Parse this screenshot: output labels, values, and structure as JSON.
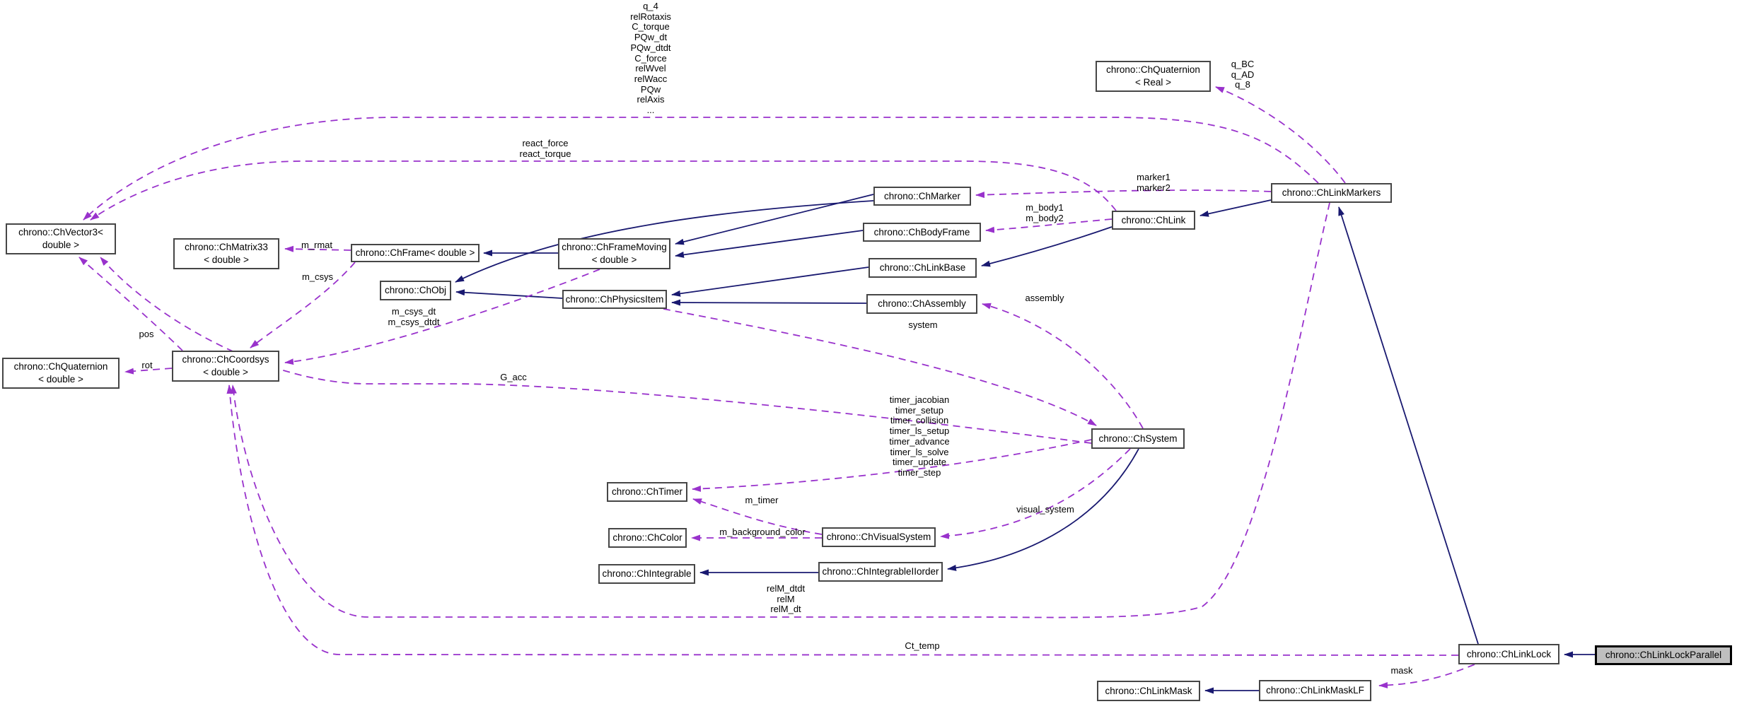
{
  "diagram": {
    "title": "chrono::ChLinkLockParallel collaboration diagram",
    "type": "doxygen-collaboration-graph",
    "colors": {
      "inheritance_edge": "#191970",
      "member_edge": "#9932cc",
      "node_border": "#464646",
      "highlight_fill": "#bfbfbf",
      "background": "#ffffff"
    },
    "nodes": {
      "vec3": {
        "label": "chrono::ChVector3<\ndouble >"
      },
      "matrix33": {
        "label": "chrono::ChMatrix33\n< double >"
      },
      "quat_double": {
        "label": "chrono::ChQuaternion\n< double >"
      },
      "coordsys": {
        "label": "chrono::ChCoordsys\n< double >"
      },
      "frame": {
        "label": "chrono::ChFrame< double >"
      },
      "obj": {
        "label": "chrono::ChObj"
      },
      "frame_moving": {
        "label": "chrono::ChFrameMoving\n< double >"
      },
      "physics_item": {
        "label": "chrono::ChPhysicsItem"
      },
      "marker": {
        "label": "chrono::ChMarker"
      },
      "body_frame": {
        "label": "chrono::ChBodyFrame"
      },
      "link_base": {
        "label": "chrono::ChLinkBase"
      },
      "assembly": {
        "label": "chrono::ChAssembly"
      },
      "quat_real": {
        "label": "chrono::ChQuaternion\n< Real >"
      },
      "link_markers": {
        "label": "chrono::ChLinkMarkers"
      },
      "link": {
        "label": "chrono::ChLink"
      },
      "system": {
        "label": "chrono::ChSystem"
      },
      "timer": {
        "label": "chrono::ChTimer"
      },
      "color": {
        "label": "chrono::ChColor"
      },
      "visual_system": {
        "label": "chrono::ChVisualSystem"
      },
      "integrable": {
        "label": "chrono::ChIntegrable"
      },
      "integrable_iiorder": {
        "label": "chrono::ChIntegrableIIorder"
      },
      "link_lock": {
        "label": "chrono::ChLinkLock"
      },
      "link_lock_parallel": {
        "label": "chrono::ChLinkLockParallel",
        "highlighted": true
      },
      "link_mask": {
        "label": "chrono::ChLinkMask"
      },
      "link_mask_lf": {
        "label": "chrono::ChLinkMaskLF"
      }
    },
    "edge_labels": {
      "linkmarkers_vectors": "q_4\nrelRotaxis\nC_torque\nPQw_dt\nPQw_dtdt\nC_force\nrelWvel\nrelWacc\nPQw\nrelAxis\n...",
      "react": "react_force\nreact_torque",
      "quats": "q_BC\nq_AD\nq_8",
      "markers": "marker1\nmarker2",
      "bodies": "m_body1\nm_body2",
      "assembly": "assembly",
      "system": "system",
      "m_rmat": "m_rmat",
      "m_csys": "m_csys",
      "m_csys_dt": "m_csys_dt\nm_csys_dtdt",
      "pos": "pos",
      "rot": "rot",
      "g_acc": "G_acc",
      "timers": "timer_jacobian\ntimer_setup\ntimer_collision\ntimer_ls_setup\ntimer_advance\ntimer_ls_solve\ntimer_update\ntimer_step",
      "visual_system": "visual_system",
      "m_timer": "m_timer",
      "m_background_color": "m_background_color",
      "relm": "relM_dtdt\nrelM\nrelM_dt",
      "ct_temp": "Ct_temp",
      "mask": "mask"
    },
    "edges": [
      {
        "from": "frame_moving",
        "to": "frame",
        "type": "inheritance"
      },
      {
        "from": "marker",
        "to": "frame_moving",
        "type": "inheritance"
      },
      {
        "from": "body_frame",
        "to": "frame_moving",
        "type": "inheritance"
      },
      {
        "from": "marker",
        "to": "obj",
        "type": "inheritance"
      },
      {
        "from": "physics_item",
        "to": "obj",
        "type": "inheritance"
      },
      {
        "from": "link_base",
        "to": "physics_item",
        "type": "inheritance"
      },
      {
        "from": "assembly",
        "to": "physics_item",
        "type": "inheritance"
      },
      {
        "from": "link_markers",
        "to": "link",
        "type": "inheritance"
      },
      {
        "from": "link",
        "to": "link_base",
        "type": "inheritance"
      },
      {
        "from": "link_lock",
        "to": "link_markers",
        "type": "inheritance"
      },
      {
        "from": "link_lock_parallel",
        "to": "link_lock",
        "type": "inheritance"
      },
      {
        "from": "link_mask_lf",
        "to": "link_mask",
        "type": "inheritance"
      },
      {
        "from": "system",
        "to": "integrable_iiorder",
        "type": "inheritance"
      },
      {
        "from": "integrable_iiorder",
        "to": "integrable",
        "type": "inheritance"
      },
      {
        "from": "link_markers",
        "to": "vec3",
        "type": "member",
        "label_key": "linkmarkers_vectors"
      },
      {
        "from": "link",
        "to": "vec3",
        "type": "member",
        "label_key": "react"
      },
      {
        "from": "link_markers",
        "to": "quat_real",
        "type": "member",
        "label_key": "quats"
      },
      {
        "from": "link_markers",
        "to": "marker",
        "type": "member",
        "label_key": "markers"
      },
      {
        "from": "link",
        "to": "body_frame",
        "type": "member",
        "label_key": "bodies"
      },
      {
        "from": "physics_item",
        "to": "system",
        "type": "member",
        "label_key": "system"
      },
      {
        "from": "system",
        "to": "assembly",
        "type": "member",
        "label_key": "assembly"
      },
      {
        "from": "system",
        "to": "timer",
        "type": "member",
        "label_key": "timers"
      },
      {
        "from": "visual_system",
        "to": "timer",
        "type": "member",
        "label_key": "m_timer"
      },
      {
        "from": "visual_system",
        "to": "color",
        "type": "member",
        "label_key": "m_background_color"
      },
      {
        "from": "system",
        "to": "visual_system",
        "type": "member",
        "label_key": "visual_system"
      },
      {
        "from": "system",
        "to": "vec3",
        "type": "member",
        "label_key": "g_acc"
      },
      {
        "from": "coordsys",
        "to": "vec3",
        "type": "member",
        "label_key": "pos"
      },
      {
        "from": "coordsys",
        "to": "quat_double",
        "type": "member",
        "label_key": "rot"
      },
      {
        "from": "frame",
        "to": "matrix33",
        "type": "member",
        "label_key": "m_rmat"
      },
      {
        "from": "frame",
        "to": "coordsys",
        "type": "member",
        "label_key": "m_csys"
      },
      {
        "from": "frame_moving",
        "to": "coordsys",
        "type": "member",
        "label_key": "m_csys_dt"
      },
      {
        "from": "link_markers",
        "to": "coordsys",
        "type": "member",
        "label_key": "relm"
      },
      {
        "from": "link_lock",
        "to": "coordsys",
        "type": "member",
        "label_key": "ct_temp"
      },
      {
        "from": "link_lock",
        "to": "link_mask_lf",
        "type": "member",
        "label_key": "mask"
      }
    ]
  }
}
